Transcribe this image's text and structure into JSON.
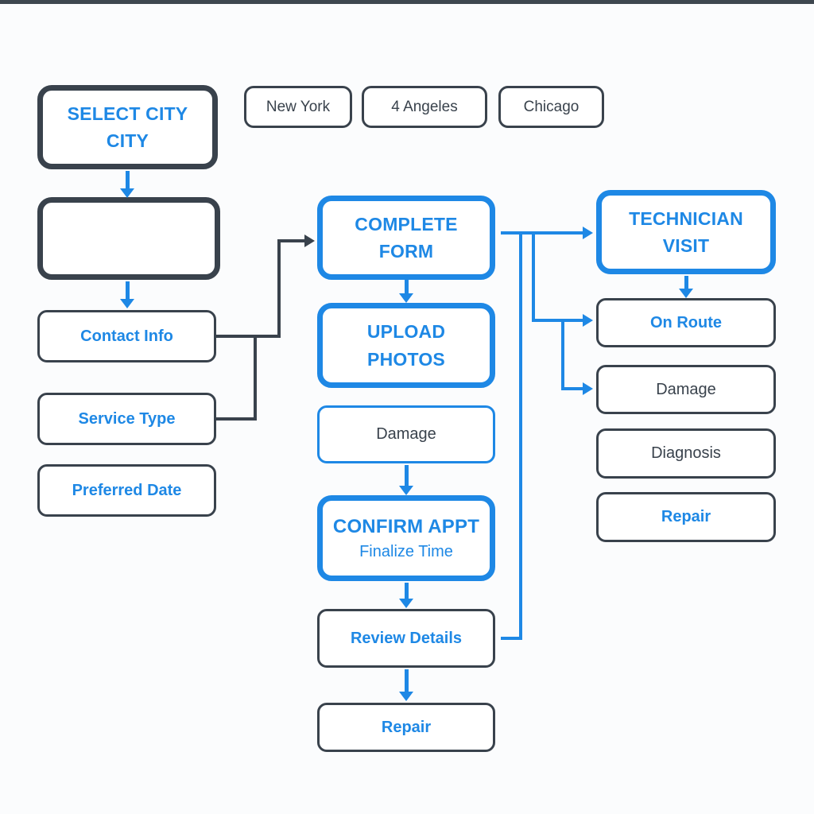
{
  "colors": {
    "blue": "#1e88e5",
    "dark": "#39424c",
    "background": "#fbfcfd",
    "topbar": "#2e3740"
  },
  "nodes": {
    "select_city": {
      "line1": "SELECT CITY",
      "line2": "CITY"
    },
    "city_new_york": {
      "label": "New York"
    },
    "city_angeles": {
      "label": "4 Angeles"
    },
    "city_chicago": {
      "label": "Chicago"
    },
    "empty_step": {
      "label": ""
    },
    "contact_info": {
      "label": "Contact Info"
    },
    "service_type": {
      "label": "Service Type"
    },
    "preferred_date": {
      "label": "Preferred Date"
    },
    "complete_form": {
      "line1": "COMPLETE",
      "line2": "FORM"
    },
    "upload_photos": {
      "line1": "UPLOAD",
      "line2": "PHOTOS"
    },
    "damage_mid": {
      "label": "Damage"
    },
    "confirm_appt": {
      "title": "CONFIRM APPT",
      "subtitle": "Finalize Time"
    },
    "review_details": {
      "label": "Review Details"
    },
    "repair_mid": {
      "label": "Repair"
    },
    "technician_visit": {
      "line1": "TECHNICIAN",
      "line2": "VISIT"
    },
    "on_route": {
      "label": "On Route"
    },
    "damage_right": {
      "label": "Damage"
    },
    "diagnosis": {
      "label": "Diagnosis"
    },
    "repair_right": {
      "label": "Repair"
    }
  }
}
